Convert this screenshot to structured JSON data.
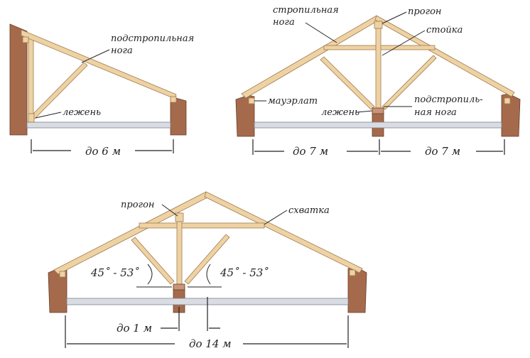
{
  "labels": {
    "podstropilnaya_noga_1": "подстропильная",
    "podstropilnaya_noga_2": "нога",
    "lezhen_1": "лежень",
    "do6": "до 6 м",
    "stropilnaya_1": "стропильная",
    "stropilnaya_2": "нога",
    "progon_1": "прогон",
    "stoyka": "стойка",
    "mauerlat": "мауэрлат",
    "lezhen_2": "лежень",
    "podstropil_1": "подстропиль-",
    "podstropil_2": "ная нога",
    "do7_left": "до 7 м",
    "do7_right": "до 7 м",
    "progon_2": "прогон",
    "skhvatka": "схватка",
    "angle_left": "45˚ - 53˚",
    "angle_right": "45˚ - 53˚",
    "do1": "до 1 м",
    "do14": "до 14 м"
  },
  "colors": {
    "wood": "#eed2a3",
    "brick": "#a56a4c",
    "slab": "#d9dde3"
  }
}
